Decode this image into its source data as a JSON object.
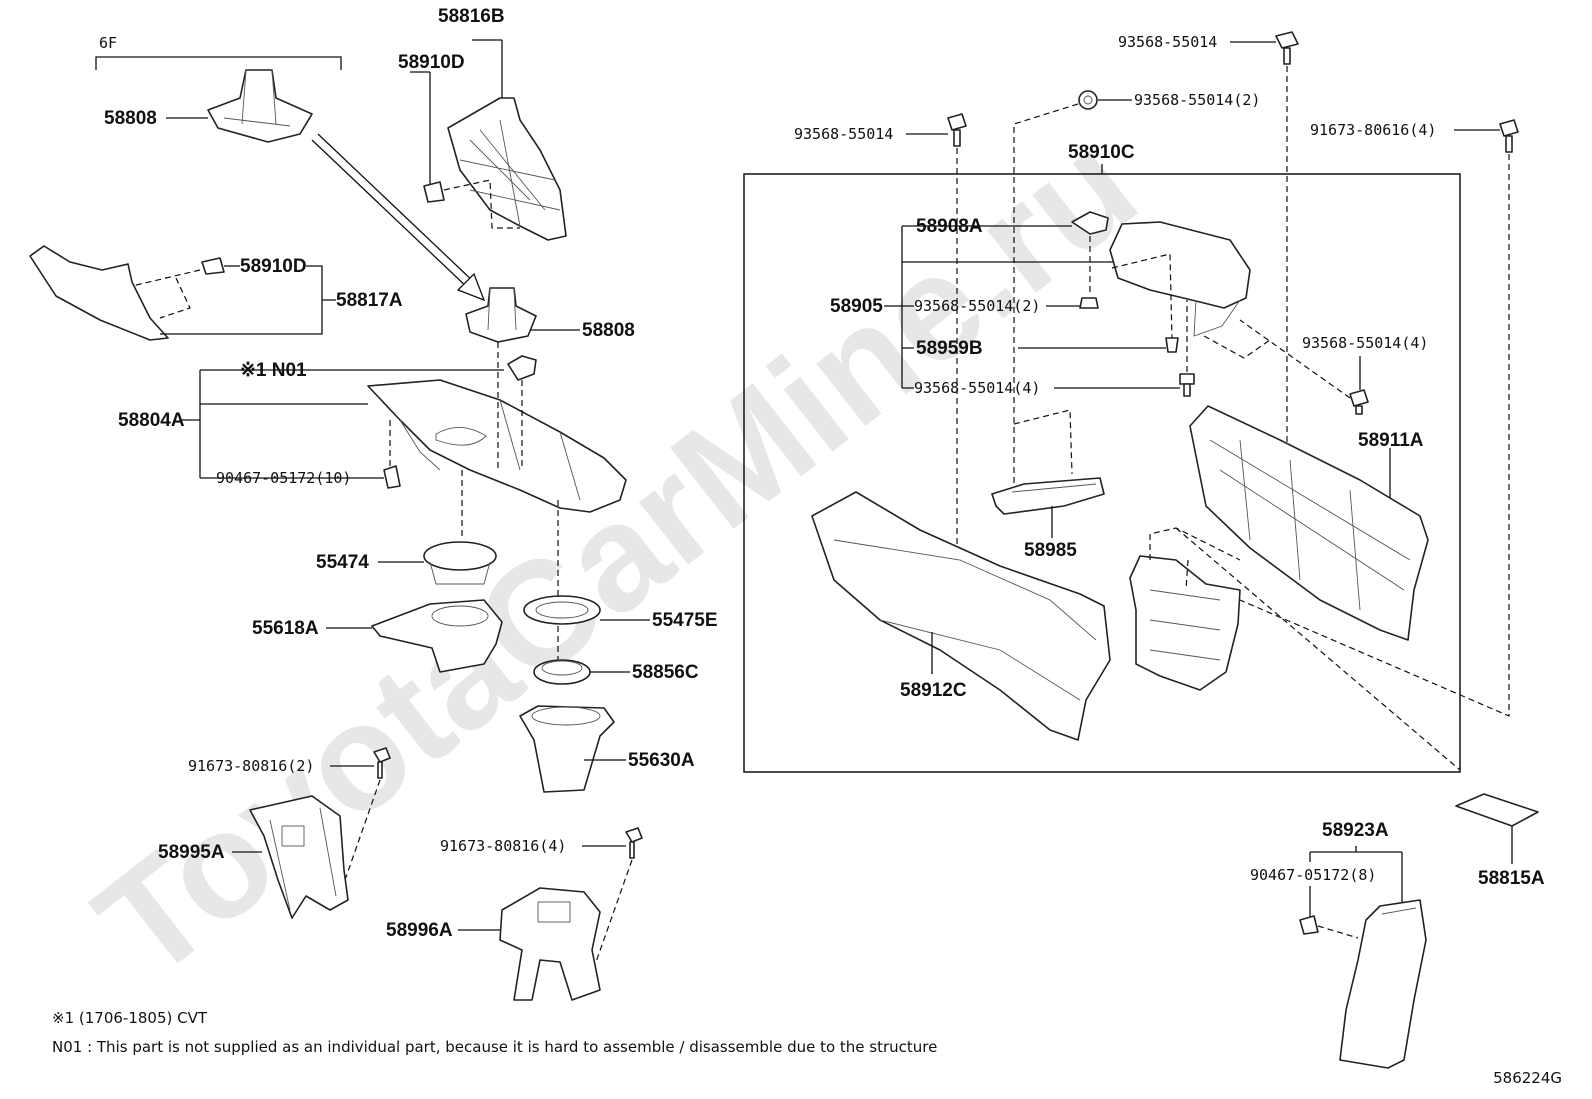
{
  "watermark": "ToyotaCarMine.ru",
  "labels": {
    "l6F": "6F",
    "l58816B": "58816B",
    "l58910D_top": "58910D",
    "l58808_top": "58808",
    "l58910D_mid": "58910D",
    "l58817A": "58817A",
    "l58808_mid": "58808",
    "lN01": "※1 N01",
    "l58804A": "58804A",
    "l90467_10": "90467-05172(10)",
    "l55474": "55474",
    "l55618A": "55618A",
    "l55475E": "55475E",
    "l58856C": "58856C",
    "l55630A": "55630A",
    "l91673_2": "91673-80816(2)",
    "l58995A": "58995A",
    "l91673_4": "91673-80816(4)",
    "l58996A": "58996A",
    "l93568_top": "93568-55014",
    "l93568_2a": "93568-55014(2)",
    "l93568_left": "93568-55014",
    "l91673_80616": "91673-80616(4)",
    "l58910C": "58910C",
    "l58908A": "58908A",
    "l58905": "58905",
    "l93568_2b": "93568-55014(2)",
    "l58959B": "58959B",
    "l93568_4a": "93568-55014(4)",
    "l93568_4b": "93568-55014(4)",
    "l58911A": "58911A",
    "l58985": "58985",
    "l58912C": "58912C",
    "l58923A": "58923A",
    "l90467_8": "90467-05172(8)",
    "l58815A": "58815A"
  },
  "notes": {
    "footnote1": "※1 (1706-1805) CVT",
    "footnote2": "N01 : This part is not supplied as an individual part, because it is hard to assemble / disassemble due to the structure"
  },
  "ref_code": "586224G"
}
